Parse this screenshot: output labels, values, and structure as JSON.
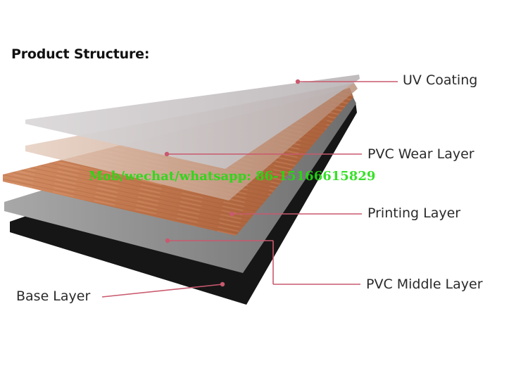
{
  "title": "Product Structure:",
  "watermark": "Mob/wechat/whatsapp: 86-15166615829",
  "layers": [
    {
      "id": "uv",
      "label": "UV Coating"
    },
    {
      "id": "wear",
      "label": "PVC Wear Layer"
    },
    {
      "id": "print",
      "label": "Printing Layer"
    },
    {
      "id": "middle",
      "label": "PVC Middle Layer"
    },
    {
      "id": "base",
      "label": "Base Layer"
    }
  ],
  "colors": {
    "leader": "#c9596e",
    "uv": "#cfcbcd",
    "wear": "#d9b8a6",
    "print": "#c2784e",
    "middle": "#8e8e8e",
    "base": "#161616",
    "watermark": "#22dd11"
  }
}
